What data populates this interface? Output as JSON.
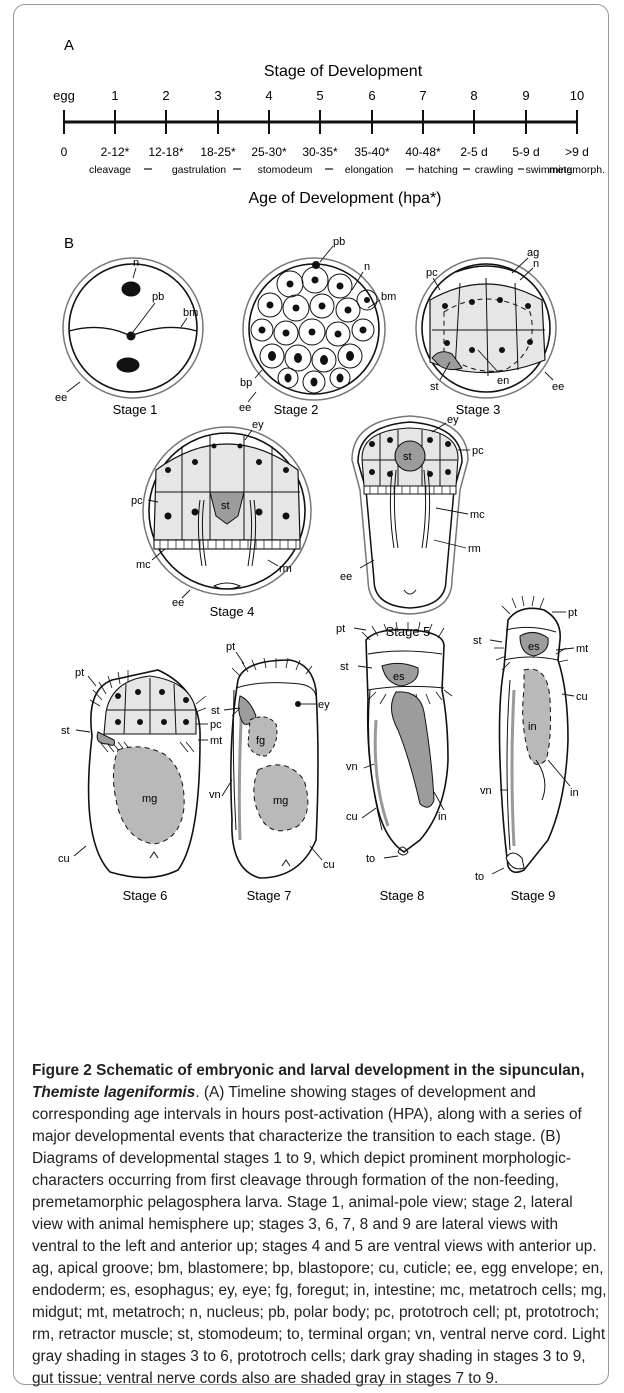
{
  "panel_a": {
    "label": "A",
    "title": "Stage of Development",
    "stages": [
      "egg",
      "1",
      "2",
      "3",
      "4",
      "5",
      "6",
      "7",
      "8",
      "9",
      "10"
    ],
    "ages": [
      "0",
      "2-12*",
      "12-18*",
      "18-25*",
      "25-30*",
      "30-35*",
      "35-40*",
      "40-48*",
      "2-5 d",
      "5-9 d",
      ">9 d"
    ],
    "events": [
      "cleavage",
      "gastrulation",
      "stomodeum",
      "elongation",
      "hatching",
      "crawling",
      "swimming",
      "metamorph."
    ],
    "axis_label": "Age of Development (hpa*)"
  },
  "panel_b": {
    "label": "B",
    "stage_names": [
      "Stage 1",
      "Stage 2",
      "Stage 3",
      "Stage 4",
      "Stage 5",
      "Stage 6",
      "Stage 7",
      "Stage 8",
      "Stage 9"
    ],
    "abbrev": {
      "n": "n",
      "pb": "pb",
      "bm": "bm",
      "ee": "ee",
      "bp": "bp",
      "ag": "ag",
      "pc": "pc",
      "st": "st",
      "en": "en",
      "ey": "ey",
      "mc": "mc",
      "rm": "rm",
      "pt": "pt",
      "mt": "mt",
      "mg": "mg",
      "cu": "cu",
      "fg": "fg",
      "vn": "vn",
      "es": "es",
      "in": "in",
      "to": "to"
    }
  },
  "caption": {
    "heading": "Figure 2 Schematic of embryonic and larval development in the sipunculan,",
    "species": "Themiste lageniformis",
    "heading_end": ".",
    "body": " (A) Timeline showing stages of development and corresponding age intervals in hours post-activation (HPA), along with a series of major developmental events that characterize the transition to each stage. (B) Diagrams of developmental stages 1 to 9, which depict prominent morphologic-characters occurring from first cleavage through formation of the non-feeding, premetamorphic pelagosphera larva. Stage 1, animal-pole view; stage 2, lateral view with animal hemisphere up; stages 3, 6, 7, 8 and 9 are lateral views with ventral to the left and anterior up; stages 4 and 5 are ventral views with anterior up. ag, apical groove; bm, blastomere; bp, blastopore; cu, cuticle; ee, egg envelope; en, endoderm; es, esophagus; ey, eye; fg, foregut; in, intestine; mc, metatroch cells; mg, midgut; mt, metatroch; n, nucleus; pb, polar body; pc, prototroch cell; pt, prototroch; rm, retractor muscle; st, stomodeum; to, terminal organ; vn, ventral nerve cord. Light gray shading in stages 3 to 6, prototroch cells; dark gray shading in stages 3 to 9, gut tissue; ventral nerve cords also are shaded gray in stages 7 to 9."
  }
}
